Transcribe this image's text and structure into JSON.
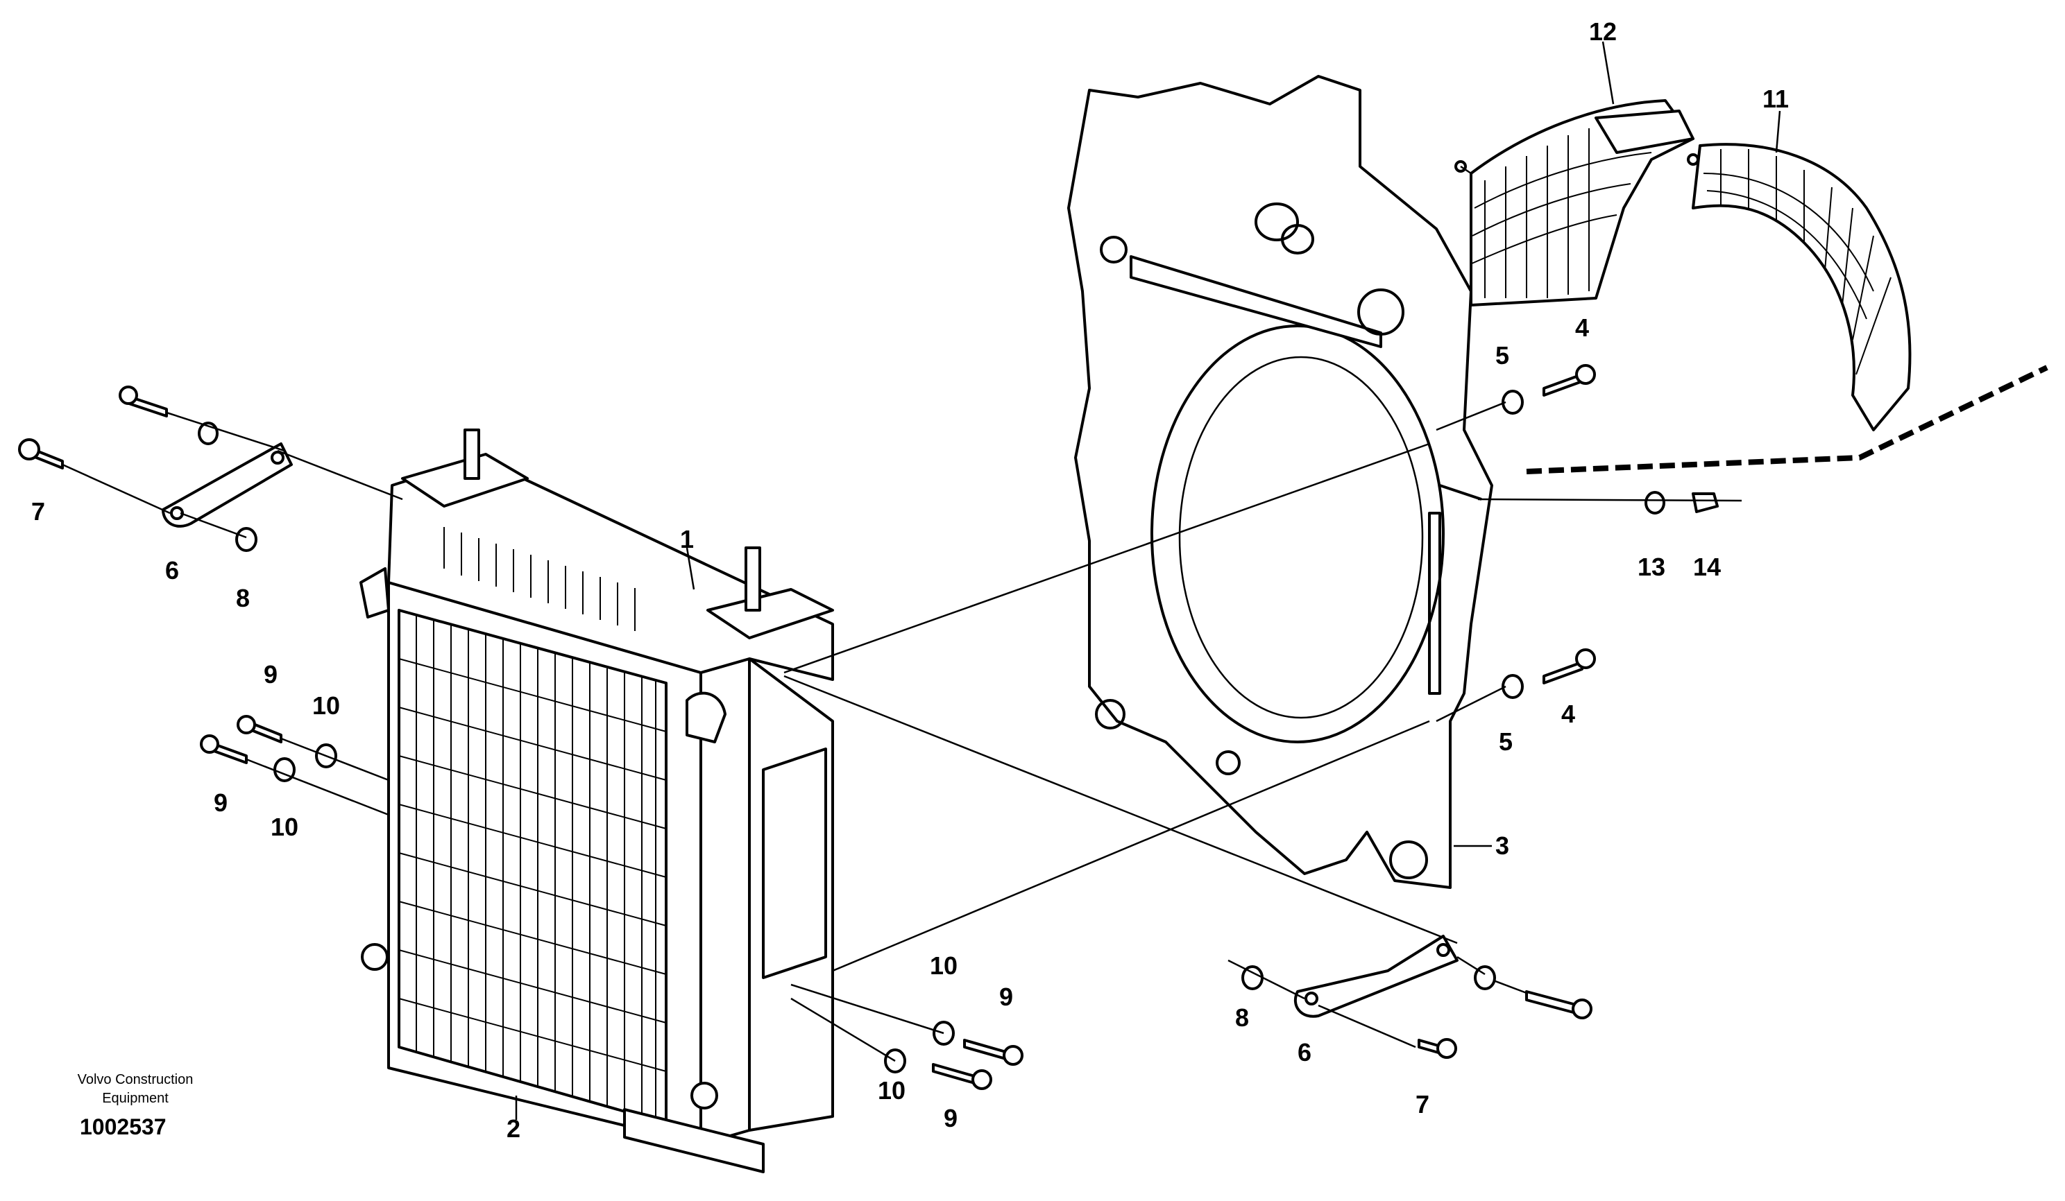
{
  "caption": {
    "line1": "Volvo Construction",
    "line2": "Equipment",
    "number": "1002537"
  },
  "callouts": {
    "c1": "1",
    "c2": "2",
    "c3": "3",
    "c4a": "4",
    "c4b": "4",
    "c5a": "5",
    "c5b": "5",
    "c6a": "6",
    "c6b": "6",
    "c7a": "7",
    "c7b": "7",
    "c8a": "8",
    "c8b": "8",
    "c9a": "9",
    "c9b": "9",
    "c9c": "9",
    "c9d": "9",
    "c10a": "10",
    "c10b": "10",
    "c10c": "10",
    "c10d": "10",
    "c11": "11",
    "c12": "12",
    "c13": "13",
    "c14": "14"
  }
}
